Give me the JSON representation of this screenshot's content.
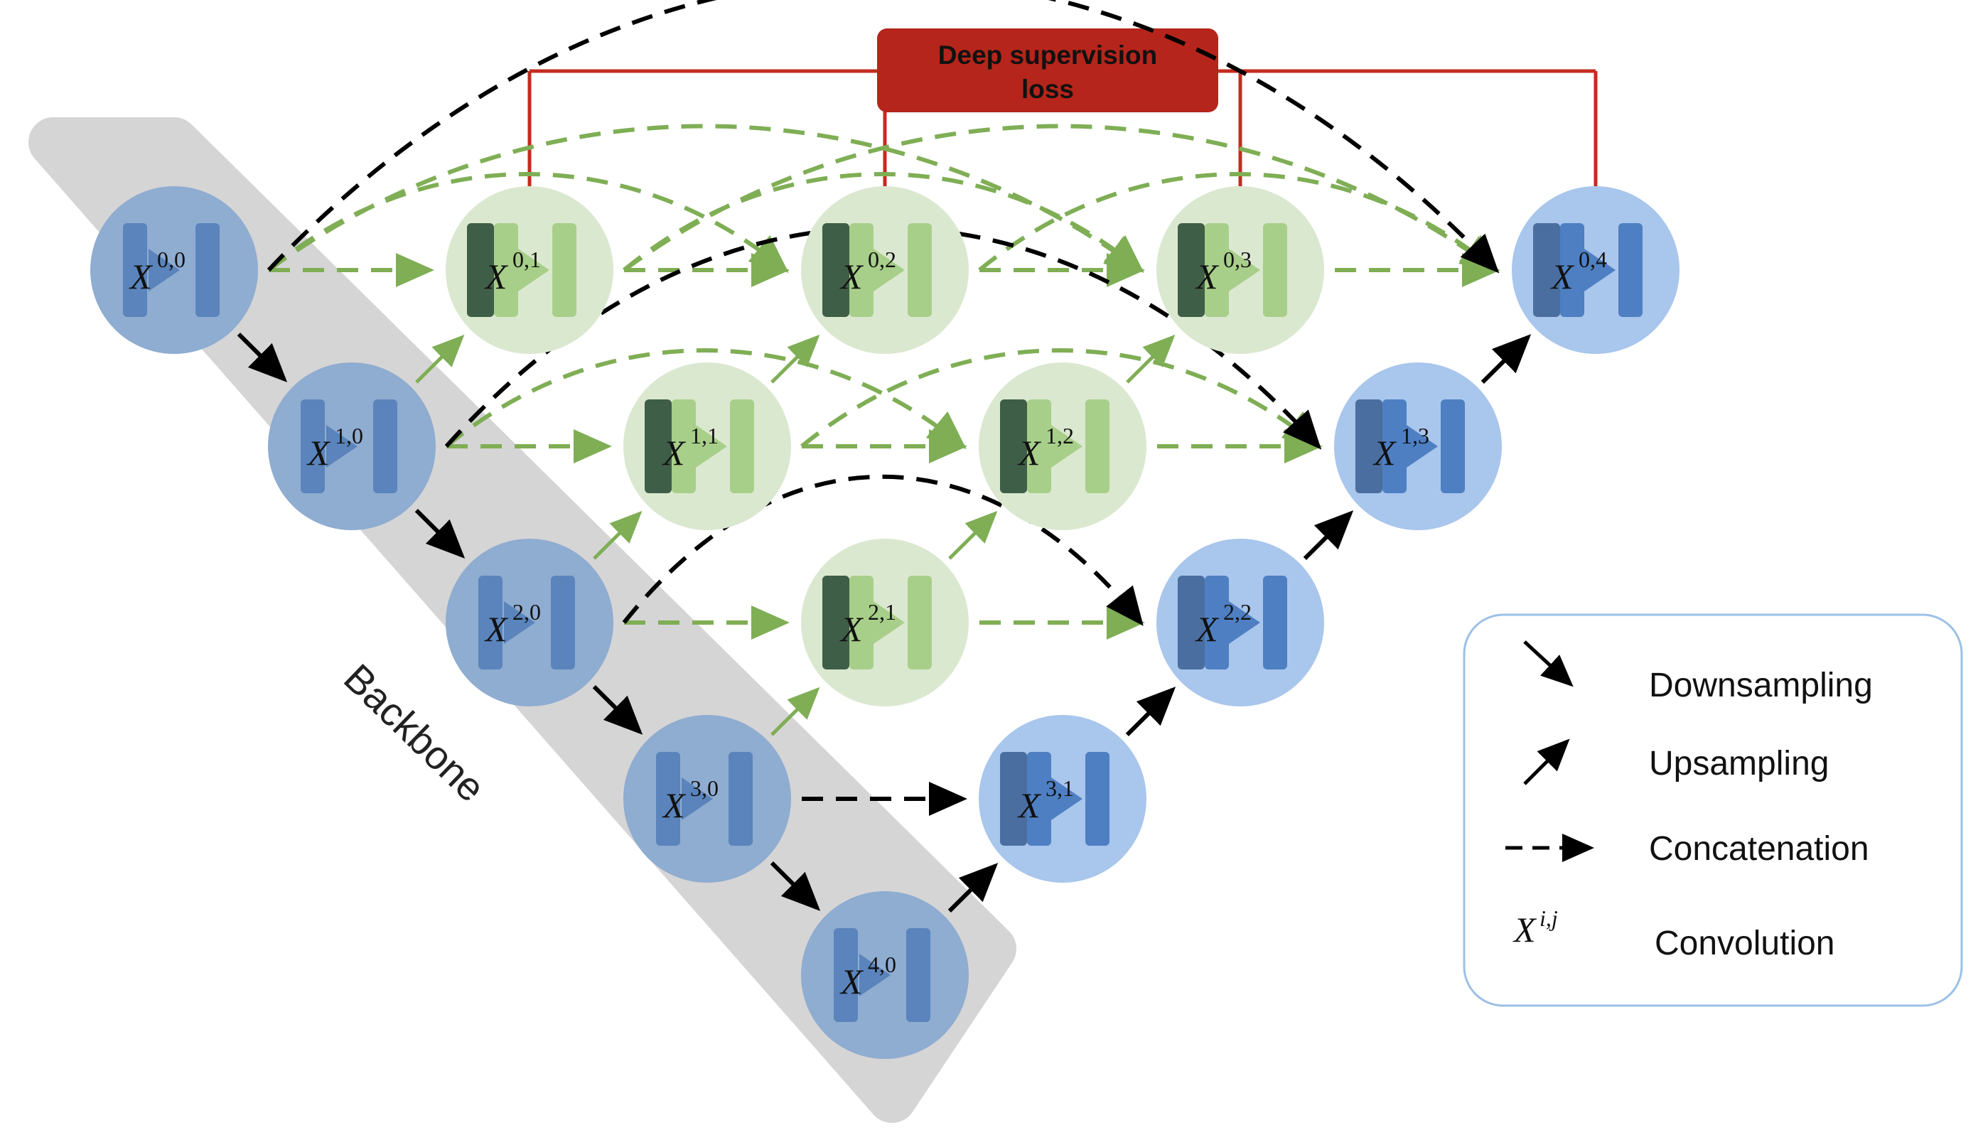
{
  "diagram": {
    "loss_box": {
      "line1": "Deep supervision",
      "line2": "loss"
    },
    "backbone_label": "Backbone",
    "nodes": [
      {
        "id": "0,0",
        "sym": "X",
        "sup": "0,0",
        "type": "encoder"
      },
      {
        "id": "1,0",
        "sym": "X",
        "sup": "1,0",
        "type": "encoder"
      },
      {
        "id": "2,0",
        "sym": "X",
        "sup": "2,0",
        "type": "encoder"
      },
      {
        "id": "3,0",
        "sym": "X",
        "sup": "3,0",
        "type": "encoder"
      },
      {
        "id": "4,0",
        "sym": "X",
        "sup": "4,0",
        "type": "encoder"
      },
      {
        "id": "0,1",
        "sym": "X",
        "sup": "0,1",
        "type": "nested"
      },
      {
        "id": "0,2",
        "sym": "X",
        "sup": "0,2",
        "type": "nested"
      },
      {
        "id": "0,3",
        "sym": "X",
        "sup": "0,3",
        "type": "nested"
      },
      {
        "id": "1,1",
        "sym": "X",
        "sup": "1,1",
        "type": "nested"
      },
      {
        "id": "1,2",
        "sym": "X",
        "sup": "1,2",
        "type": "nested"
      },
      {
        "id": "2,1",
        "sym": "X",
        "sup": "2,1",
        "type": "nested"
      },
      {
        "id": "0,4",
        "sym": "X",
        "sup": "0,4",
        "type": "decoder"
      },
      {
        "id": "1,3",
        "sym": "X",
        "sup": "1,3",
        "type": "decoder"
      },
      {
        "id": "2,2",
        "sym": "X",
        "sup": "2,2",
        "type": "decoder"
      },
      {
        "id": "3,1",
        "sym": "X",
        "sup": "3,1",
        "type": "decoder"
      }
    ],
    "edges": [
      {
        "from": "0,0",
        "to": "1,0",
        "kind": "down"
      },
      {
        "from": "1,0",
        "to": "2,0",
        "kind": "down"
      },
      {
        "from": "2,0",
        "to": "3,0",
        "kind": "down"
      },
      {
        "from": "3,0",
        "to": "4,0",
        "kind": "down"
      },
      {
        "from": "1,0",
        "to": "0,1",
        "kind": "up-green"
      },
      {
        "from": "2,0",
        "to": "1,1",
        "kind": "up-green"
      },
      {
        "from": "3,0",
        "to": "2,1",
        "kind": "up-green"
      },
      {
        "from": "1,1",
        "to": "0,2",
        "kind": "up-green"
      },
      {
        "from": "2,1",
        "to": "1,2",
        "kind": "up-green"
      },
      {
        "from": "1,2",
        "to": "0,3",
        "kind": "up-green"
      },
      {
        "from": "4,0",
        "to": "3,1",
        "kind": "up"
      },
      {
        "from": "3,1",
        "to": "2,2",
        "kind": "up"
      },
      {
        "from": "2,2",
        "to": "1,3",
        "kind": "up"
      },
      {
        "from": "1,3",
        "to": "0,4",
        "kind": "up"
      },
      {
        "from": "0,0",
        "to": "0,1",
        "kind": "concat-green"
      },
      {
        "from": "0,1",
        "to": "0,2",
        "kind": "concat-green"
      },
      {
        "from": "0,2",
        "to": "0,3",
        "kind": "concat-green"
      },
      {
        "from": "0,3",
        "to": "0,4",
        "kind": "concat-green"
      },
      {
        "from": "1,0",
        "to": "1,1",
        "kind": "concat-green"
      },
      {
        "from": "1,1",
        "to": "1,2",
        "kind": "concat-green"
      },
      {
        "from": "1,2",
        "to": "1,3",
        "kind": "concat-green"
      },
      {
        "from": "2,0",
        "to": "2,1",
        "kind": "concat-green"
      },
      {
        "from": "2,1",
        "to": "2,2",
        "kind": "concat-green"
      },
      {
        "from": "0,0",
        "to": "0,2",
        "kind": "skip-green"
      },
      {
        "from": "0,0",
        "to": "0,3",
        "kind": "skip-green"
      },
      {
        "from": "0,1",
        "to": "0,3",
        "kind": "skip-green"
      },
      {
        "from": "0,1",
        "to": "0,4",
        "kind": "skip-green"
      },
      {
        "from": "0,2",
        "to": "0,4",
        "kind": "skip-green"
      },
      {
        "from": "1,0",
        "to": "1,2",
        "kind": "skip-green"
      },
      {
        "from": "1,1",
        "to": "1,3",
        "kind": "skip-green"
      },
      {
        "from": "0,0",
        "to": "0,4",
        "kind": "skip-black"
      },
      {
        "from": "1,0",
        "to": "1,3",
        "kind": "skip-black"
      },
      {
        "from": "2,0",
        "to": "2,2",
        "kind": "skip-black"
      },
      {
        "from": "3,0",
        "to": "3,1",
        "kind": "concat-black"
      }
    ],
    "supervised_nodes": [
      "0,1",
      "0,2",
      "0,3",
      "0,4"
    ],
    "colors": {
      "encoder": "#8facd1",
      "nested": "#dbe8d0",
      "decoder": "#a9c6ec",
      "loss_box": "#b5251b",
      "loss_line": "#c42b20",
      "green_arrow": "#7fae55",
      "backbone": "#d5d5d5"
    }
  },
  "legend": {
    "items": [
      {
        "icon": "downsampling-arrow-icon",
        "label": "Downsampling"
      },
      {
        "icon": "upsampling-arrow-icon",
        "label": "Upsampling"
      },
      {
        "icon": "concatenation-dashed-arrow-icon",
        "label": "Concatenation"
      },
      {
        "icon": "convolution-symbol",
        "label": "Convolution",
        "sym": "X",
        "sup": "i,j"
      }
    ]
  }
}
